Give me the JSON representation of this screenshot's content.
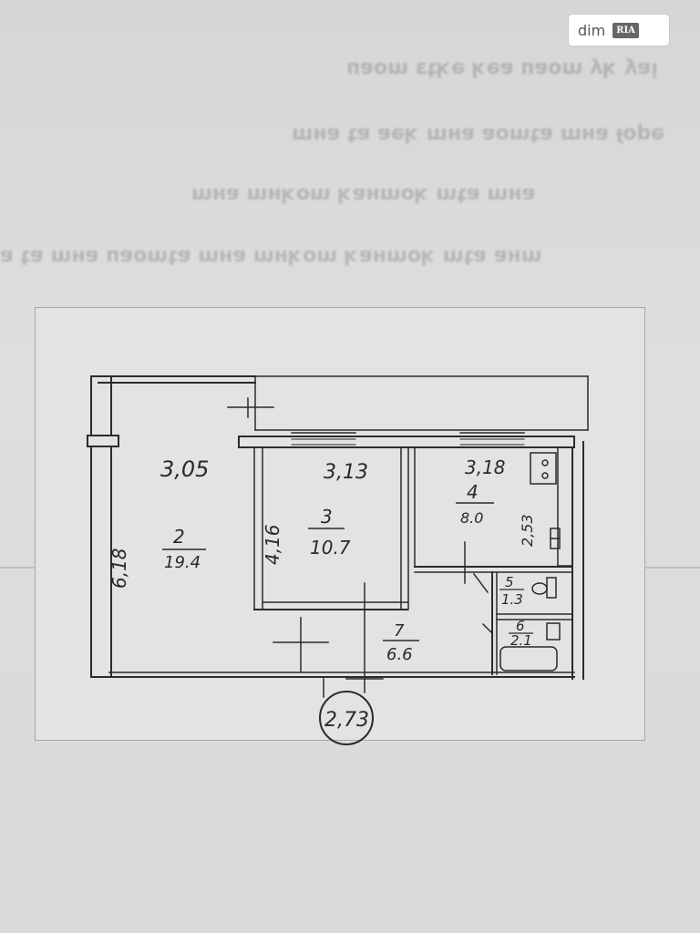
{
  "watermark": {
    "text": "dim",
    "badge": "RIA"
  },
  "plan": {
    "dimensions": {
      "room2_width": "3,05",
      "room3_width": "3,13",
      "room4_width": "3,18",
      "room2_length": "6,18",
      "room3_length": "4,16",
      "room4_length": "2,53"
    },
    "rooms": [
      {
        "number": "2",
        "area": "19.4"
      },
      {
        "number": "3",
        "area": "10.7"
      },
      {
        "number": "4",
        "area": "8.0"
      },
      {
        "number": "5",
        "area": "1.3"
      },
      {
        "number": "6",
        "area": "2.1"
      },
      {
        "number": "7",
        "area": "6.6"
      }
    ],
    "ceiling_height": "2,73"
  }
}
